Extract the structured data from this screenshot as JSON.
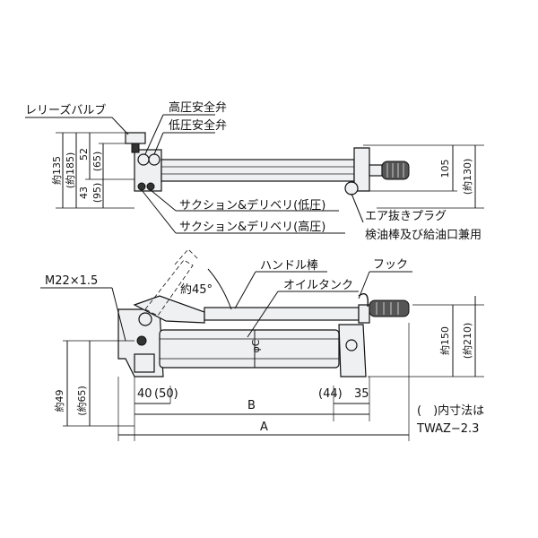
{
  "top_view": {
    "release_valve": "レリーズバルブ",
    "high_pressure_valve": "高圧安全弁",
    "low_pressure_valve": "低圧安全弁",
    "suction_low": "サクション&デリベリ(低圧)",
    "suction_high": "サクション&デリベリ(高圧)",
    "air_plug": "エア抜きプラグ",
    "oil_gauge": "検油棒及び給油口兼用",
    "dim_135": "約135",
    "dim_185": "(約185)",
    "dim_52": "52",
    "dim_43": "43",
    "dim_95": "(95)",
    "dim_65": "(65)",
    "dim_105": "105",
    "dim_130": "(約130)"
  },
  "side_view": {
    "m22": "M22×1.5",
    "handle_rod": "ハンドル棒",
    "angle": "約45°",
    "oil_tank": "オイルタンク",
    "hook": "フック",
    "phi_c": "φC",
    "dim_150": "約150",
    "dim_210": "(約210)",
    "dim_49": "約49",
    "dim_65b": "(約65)",
    "dim_40": "40",
    "dim_50": "(50)",
    "dim_44": "(44)",
    "dim_35": "35",
    "dim_b": "B",
    "dim_a": "A",
    "note_line1": "(　)内寸法は",
    "note_line2": "TWAZ−2.3"
  }
}
